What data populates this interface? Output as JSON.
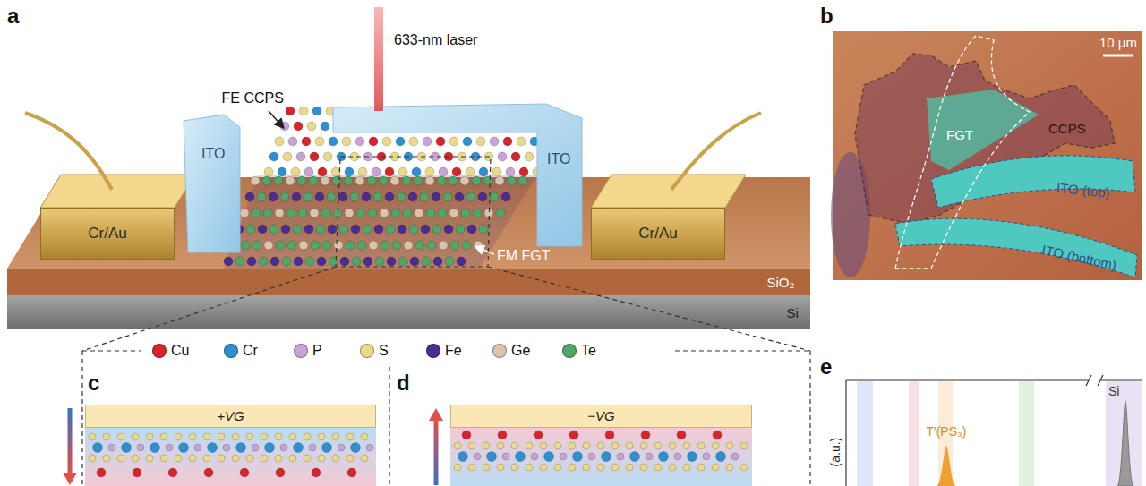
{
  "diagram": {
    "nodes": [
      {
        "text": [
          "Cr/Au"
        ]
      },
      {
        "text": [
          "Cr/Au"
        ]
      },
      {
        "text": [
          "+VG"
        ]
      },
      {
        "text": [
          "−VG"
        ]
      }
    ],
    "labels": [
      "a",
      "633-nm laser",
      "FE CCPS",
      "ITO",
      "ITO",
      "FM FGT",
      "SiO₂",
      "Si",
      "b",
      "10 μm",
      "FGT",
      "CCPS",
      "ITO (top)",
      "ITO (bottom)",
      "c",
      "d",
      "e",
      "T′(PS₃)",
      "Si",
      "(a.u.)"
    ],
    "legend": [
      {
        "text": "Cu",
        "color": "#d6262b"
      },
      {
        "text": "Cr",
        "color": "#2f8fd0"
      },
      {
        "text": "P",
        "color": "#c9a3d6"
      },
      {
        "text": "S",
        "color": "#e9d98a"
      },
      {
        "text": "Fe",
        "color": "#4b2c8f"
      },
      {
        "text": "Ge",
        "color": "#d9c4ad"
      },
      {
        "text": "Te",
        "color": "#4fa86a"
      }
    ]
  }
}
